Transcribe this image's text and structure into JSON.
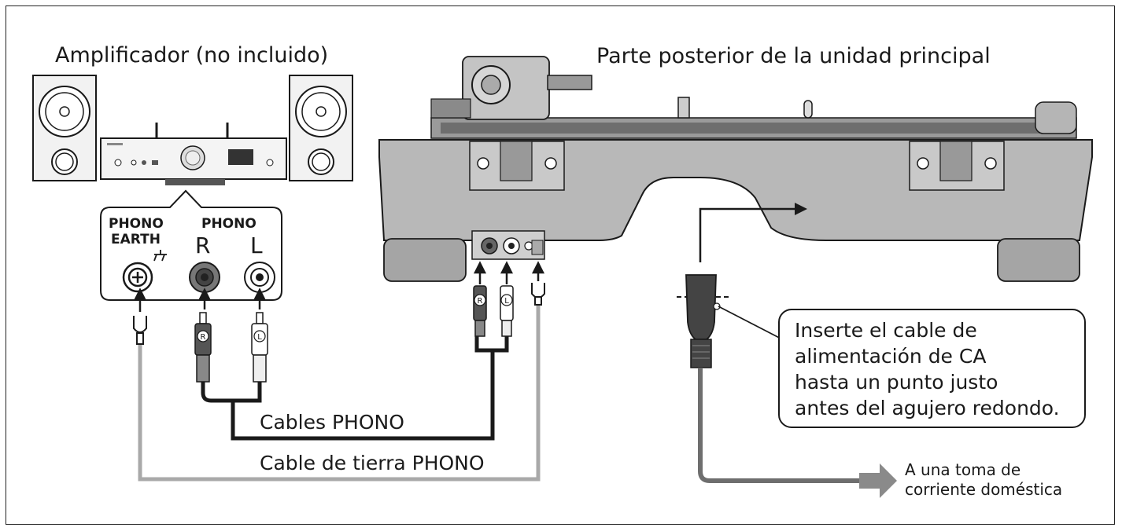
{
  "labels": {
    "amplifier": "Amplificador (no incluido)",
    "rear": "Parte posterior de la unidad principal",
    "phono_cables": "Cables PHONO",
    "earth_cable": "Cable de tierra PHONO",
    "outlet_line1": "A una toma de",
    "outlet_line2": "corriente doméstica"
  },
  "panel": {
    "earth_line1": "PHONO",
    "earth_line2": "EARTH",
    "phono": "PHONO",
    "right": "R",
    "left": "L"
  },
  "plug_marks": {
    "right": "R",
    "left": "L"
  },
  "callout": {
    "line1": "Inserte el cable de",
    "line2": "alimentación de CA",
    "line3": "hasta un punto justo",
    "line4": "antes del agujero redondo."
  },
  "colors": {
    "line": "#1a1a1a",
    "body_grey": "#b8b8b8",
    "dark_grey": "#7a7a7a",
    "earth_wire": "#a9a9a9",
    "phono_wire": "#1a1a1a",
    "arrow_grey": "#8a8a8a"
  }
}
